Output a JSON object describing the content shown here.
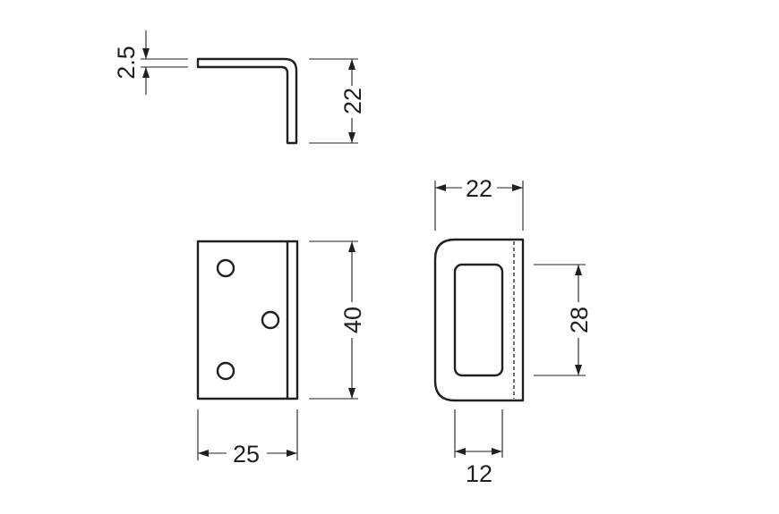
{
  "dimensions": {
    "top_thickness": "2.5",
    "top_height": "22",
    "front_height": "40",
    "front_width": "25",
    "side_width": "22",
    "side_window_height": "28",
    "side_bottom_width": "12"
  },
  "colors": {
    "line": "#231f20",
    "background": "#ffffff"
  }
}
